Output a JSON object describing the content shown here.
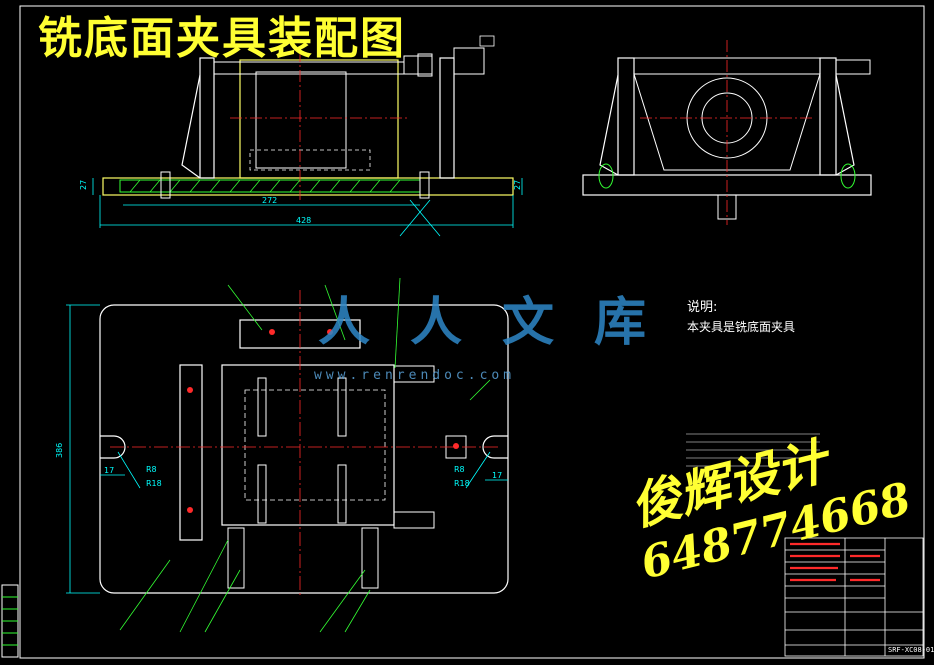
{
  "title": "铣底面夹具装配图",
  "dimensions": {
    "height_left": "27",
    "height_right": "27",
    "width_inner": "272",
    "width_outer": "428",
    "plate_height": "386",
    "slot_offset_left": "17",
    "slot_offset_right": "17",
    "radius_r8_left": "R8",
    "radius_r18_left": "R18",
    "radius_r8_right": "R8",
    "radius_r18_right": "R18"
  },
  "notes": {
    "heading": "说明:",
    "body": "本夹具是铣底面夹具"
  },
  "watermark": {
    "yellow_line1": "俊辉设计",
    "yellow_line2": "648774668",
    "blue_text": "人人文库",
    "blue_url": "www.renrendoc.com"
  },
  "title_block": {
    "drawing_no": "SRF-XC08-01"
  },
  "colors": {
    "background": "#000000",
    "outline": "#ffffff",
    "part": "#ffff66",
    "dimension": "#00ffff",
    "center_line": "#ff2a2a",
    "hatch": "#33ff33",
    "title": "#ffff33"
  }
}
